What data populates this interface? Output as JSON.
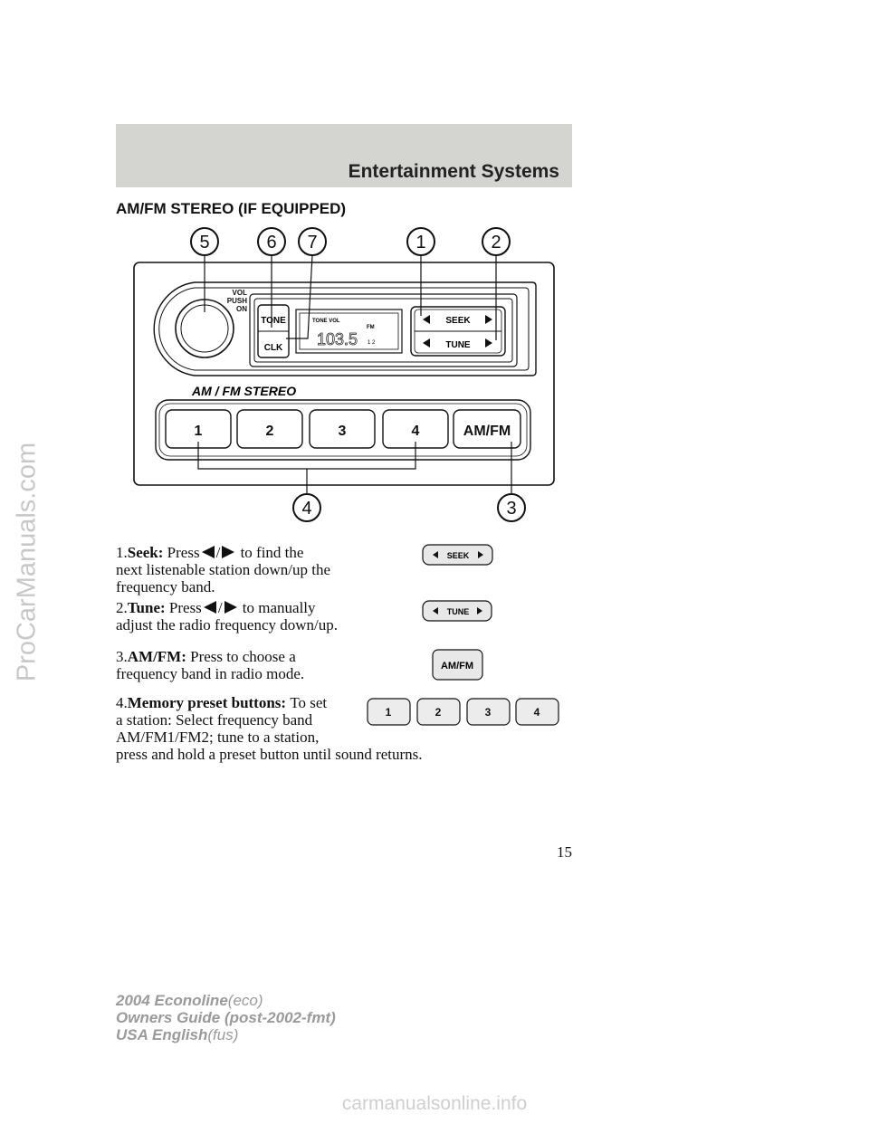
{
  "header": {
    "title": "Entertainment Systems"
  },
  "section": {
    "title": "AM/FM STEREO (IF EQUIPPED)"
  },
  "radio": {
    "callouts": [
      "5",
      "6",
      "7",
      "1",
      "2",
      "4",
      "3"
    ],
    "knob_label": [
      "VOL",
      "PUSH",
      "ON"
    ],
    "tone_label": "TONE",
    "clk_label": "CLK",
    "display_top": "TONE VOL",
    "display_band": "FM",
    "display_freq": "103.5",
    "display_preset": "1 2",
    "seek_label": "SEEK",
    "tune_label": "TUNE",
    "stereo_label": "AM / FM STEREO",
    "presets": [
      "1",
      "2",
      "3",
      "4"
    ],
    "amfm_label": "AM/FM"
  },
  "items": [
    {
      "num": "1.",
      "term": "Seek:",
      "pre": "Press",
      "sep": "/",
      "post": "to find the",
      "rest": "next listenable station down/up the frequency band."
    },
    {
      "num": "2.",
      "term": "Tune:",
      "pre": "Press",
      "sep": "/",
      "post": "to manually",
      "rest": "adjust the radio frequency down/up."
    },
    {
      "num": "3.",
      "term": "AM/FM:",
      "text": "Press to choose a frequency band in radio mode."
    },
    {
      "num": "4.",
      "term": "Memory preset buttons:",
      "text_a": "To set",
      "text_b": "a station: Select frequency band",
      "text_c": "AM/FM1/FM2; tune to a station,",
      "text_d": "press and hold a preset button until sound returns."
    }
  ],
  "icons": {
    "seek_label": "SEEK",
    "tune_label": "TUNE",
    "amfm_label": "AM/FM",
    "presets": [
      "1",
      "2",
      "3",
      "4"
    ]
  },
  "page_number": "15",
  "footer": {
    "line1_bold": "2004 Econoline",
    "line1_tag": "(eco)",
    "line2_bold": "Owners Guide (post-2002-fmt)",
    "line3_bold": "USA English",
    "line3_tag": "(fus)"
  },
  "watermarks": {
    "side": "ProCarManuals.com",
    "bottom": "carmanualsonline.info"
  }
}
